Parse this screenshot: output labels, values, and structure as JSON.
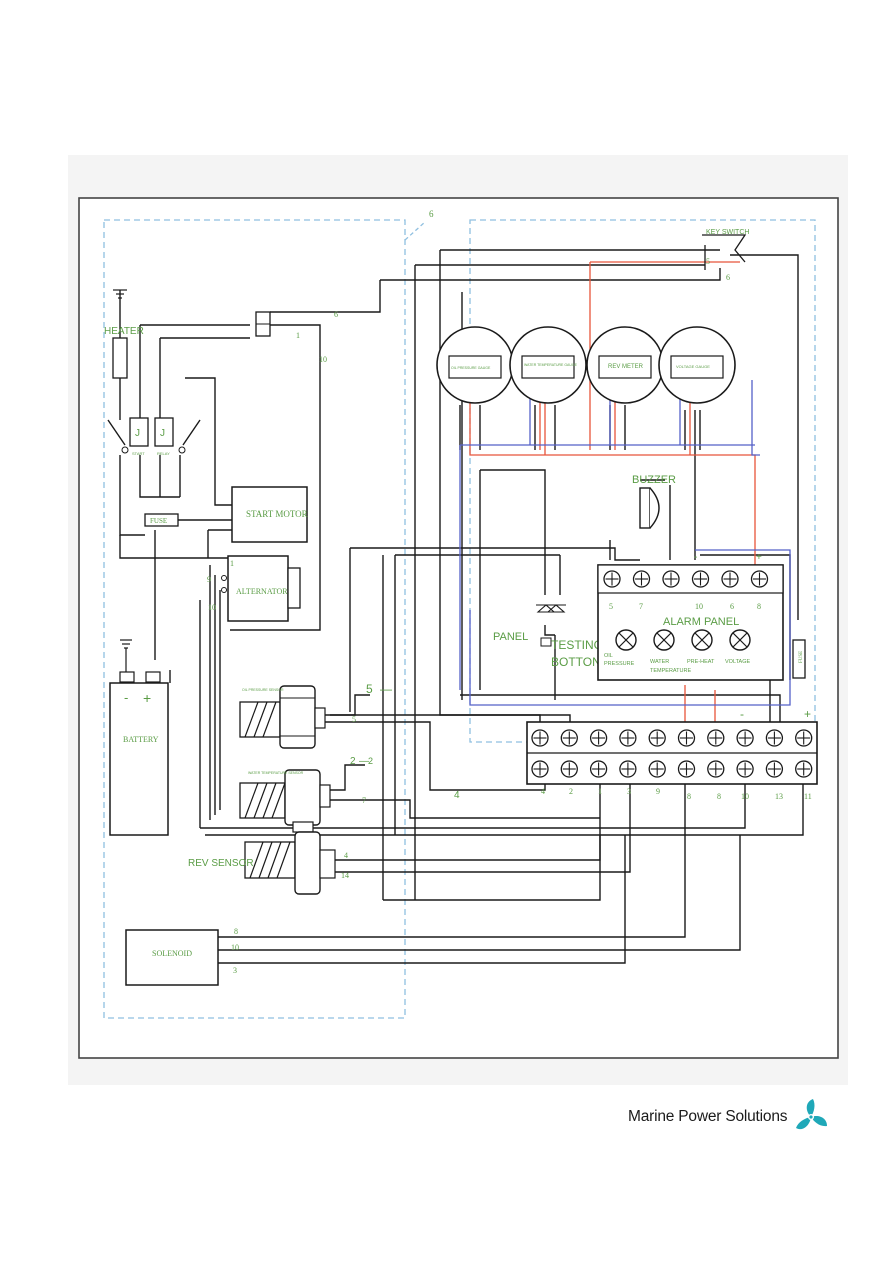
{
  "diagram": {
    "components": {
      "heater": "HEATER",
      "start_motor": "START MOTOR",
      "fuse_left": "FUSE",
      "fuse_right": "FUSE",
      "alternator": "ALTERNATOR",
      "battery": "BATTERY",
      "battery_minus": "-",
      "battery_plus": "+",
      "solenoid": "SOLENOID",
      "rev_sensor": "REV SENSOR",
      "oil_sensor": "OIL PRESSURE SENSOR",
      "water_sensor": "WATER TEMPERATURE SENSOR",
      "key_switch": "KEY SWITCH",
      "buzzer": "BUZZER",
      "panel": "PANEL",
      "testing_button_1": "TESTING",
      "testing_button_2": "BOTTON",
      "alarm_panel": "ALARM PANEL",
      "relay_start": "START",
      "relay_heat": "RELAY"
    },
    "gauges": [
      "OIL PRESSURE GAUGE",
      "WATER TEMPERATURE GAUGE",
      "REV METER",
      "VOLTAGE GAUGE"
    ],
    "alarm_terminals": [
      "5",
      "7",
      "10",
      "6",
      "8"
    ],
    "alarm_lamps": [
      {
        "line1": "OIL",
        "line2": "PRESSURE"
      },
      {
        "line1": "WATER",
        "line2": "TEMPERATURE"
      },
      {
        "line1": "PRE-HEAT",
        "line2": ""
      },
      {
        "line1": "VOLTAGE",
        "line2": ""
      }
    ],
    "terminal_block_labels": [
      "4",
      "2",
      "1",
      "3",
      "9",
      "8",
      "8",
      "10",
      "13",
      "11"
    ],
    "wire_numbers": {
      "top_6": "6",
      "key_5": "5",
      "key_6": "6",
      "w6": "6",
      "w1": "1",
      "w10": "10",
      "alt_1": "1",
      "alt_9": "9",
      "alt_10": "10",
      "oil_5": "5",
      "oil_5b": "5",
      "water_2": "2",
      "water_2b": "2",
      "water_7": "7",
      "mid_4": "4",
      "rev_4": "4",
      "rev_14": "14",
      "sol_8": "8",
      "sol_10": "10",
      "sol_3": "3",
      "alarm_minus": "-",
      "alarm_plus": "+",
      "block_minus": "-",
      "block_plus": "+"
    },
    "colors": {
      "wire_black": "#1a1a1a",
      "wire_red": "#e8553a",
      "wire_blue": "#5560c8",
      "dashed": "#8fbfe0"
    }
  },
  "brand": {
    "name": "Marine Power Solutions",
    "logo": "propeller-logo",
    "logo_color": "#1fa8b8"
  }
}
